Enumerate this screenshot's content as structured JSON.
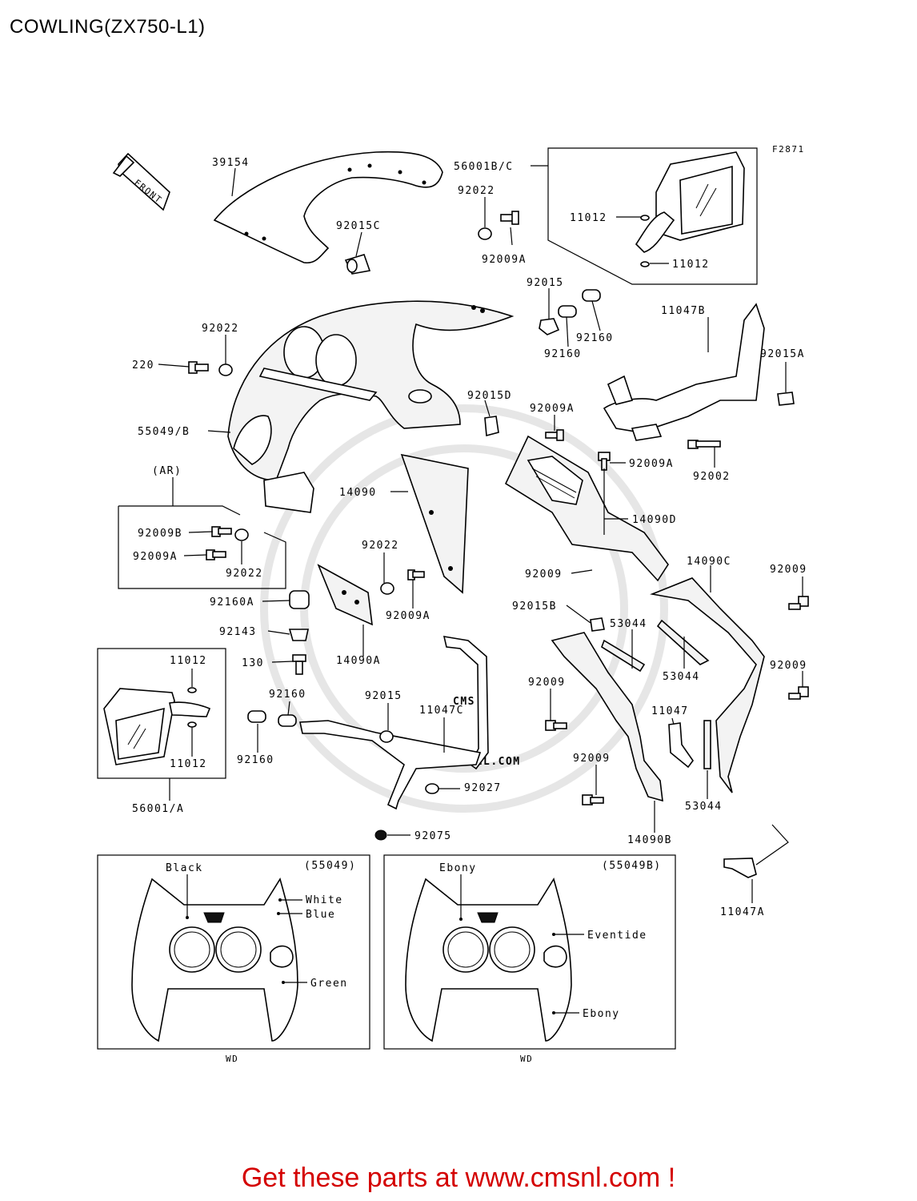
{
  "title": "COWLING(ZX750-L1)",
  "figure_code": "F2871",
  "front_label": "FRONT",
  "footer": "Get these parts at www.cmsnl.com !",
  "watermark": "WWW.CMSNL.COM",
  "parts": {
    "p39154": "39154",
    "p92015C": "92015C",
    "p56001BC": "56001B/C",
    "p92022_top": "92022",
    "p92009A_top": "92009A",
    "p11012_a": "11012",
    "p11012_b": "11012",
    "p92015": "92015",
    "p92160_a": "92160",
    "p92160_b": "92160",
    "p11047B": "11047B",
    "p92015A": "92015A",
    "p92022_mid": "92022",
    "p220": "220",
    "p92015D": "92015D",
    "p92009A_mid": "92009A",
    "p55049B": "55049/B",
    "p92009A_r": "92009A",
    "p92002": "92002",
    "p_ar": "(AR)",
    "p14090": "14090",
    "p14090D": "14090D",
    "p92009B": "92009B",
    "p92009A_l": "92009A",
    "p92022_l": "92022",
    "p92022_c": "92022",
    "p92009A_c": "92009A",
    "p92009_c": "92009",
    "p14090C": "14090C",
    "p92009_r1": "92009",
    "p92160A": "92160A",
    "p92015B": "92015B",
    "p92143": "92143",
    "p14090A": "14090A",
    "p53044_a": "53044",
    "p53044_b": "53044",
    "p130": "130",
    "p11012_c": "11012",
    "p92160_c": "92160",
    "p92015_b": "92015",
    "p11047C": "11047C",
    "p92009_d": "92009",
    "p11047": "11047",
    "p92009_r2": "92009",
    "p11012_d": "11012",
    "p92160_d": "92160",
    "p92009_e": "92009",
    "p53044_c": "53044",
    "p56001A": "56001/A",
    "p92027": "92027",
    "p92075": "92075",
    "p14090B": "14090B",
    "p11047A": "11047A"
  },
  "variant_left": {
    "code": "(55049)",
    "colors": [
      "Black",
      "White",
      "Blue",
      "Green"
    ],
    "footer": "WD"
  },
  "variant_right": {
    "code": "(55049B)",
    "colors": [
      "Ebony",
      "Eventide",
      "Ebony"
    ],
    "footer": "WD"
  }
}
